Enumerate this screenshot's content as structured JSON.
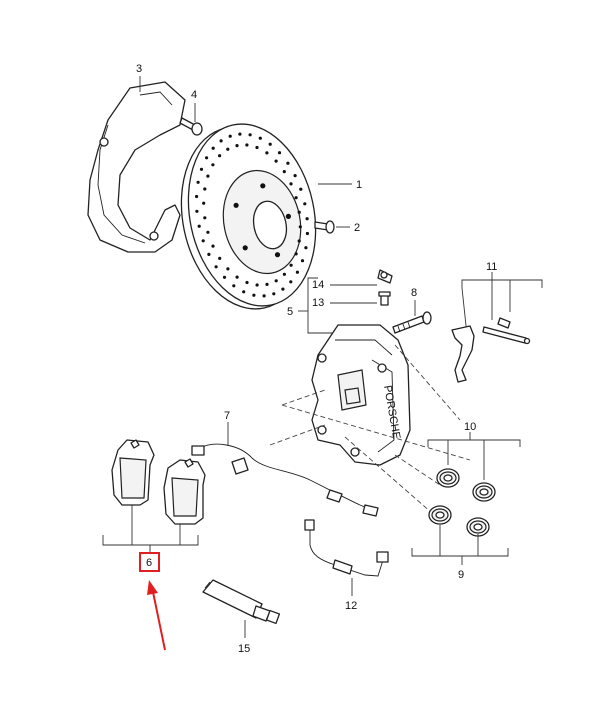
{
  "callouts": {
    "c1": "1",
    "c2": "2",
    "c3": "3",
    "c4": "4",
    "c5": "5",
    "c6": "6",
    "c7": "7",
    "c8": "8",
    "c9": "9",
    "c10": "10",
    "c11": "11",
    "c12": "12",
    "c13": "13",
    "c14": "14",
    "c15": "15"
  },
  "caliper_brand": "PORSCHE",
  "highlight": {
    "callout": "6",
    "color": "#e02020"
  }
}
